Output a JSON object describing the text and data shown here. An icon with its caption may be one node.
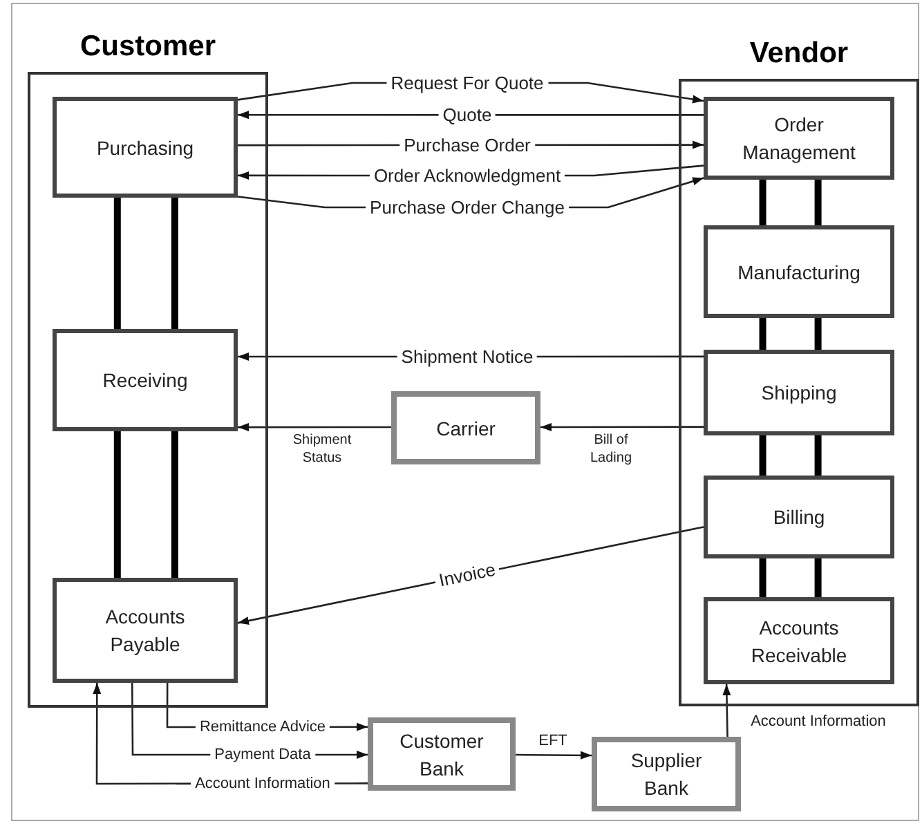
{
  "diagram": {
    "nodes": [
      {
        "text": [
          "Customer"
        ]
      },
      {
        "text": [
          "Purchasing"
        ],
        "in": 0
      },
      {
        "text": [
          "Receiving"
        ],
        "in": 0
      },
      {
        "text": [
          "Accounts Payable"
        ],
        "in": 0
      },
      {
        "text": [
          "Vendor"
        ]
      },
      {
        "text": [
          "Order Management"
        ],
        "in": 4
      },
      {
        "text": [
          "Manufacturing"
        ],
        "in": 4
      },
      {
        "text": [
          "Shipping"
        ],
        "in": 4
      },
      {
        "text": [
          "Billing"
        ],
        "in": 4
      },
      {
        "text": [
          "Accounts Receivable"
        ],
        "in": 4
      },
      {
        "text": [
          "Carrier"
        ]
      },
      {
        "text": [
          "Customer Bank"
        ]
      },
      {
        "text": [
          "Supplier Bank"
        ]
      }
    ],
    "edges": [
      {
        "from": 1,
        "to": 5,
        "arrow": "to",
        "label": "Request For Quote"
      },
      {
        "from": 5,
        "to": 1,
        "arrow": "to",
        "label": "Quote"
      },
      {
        "from": 1,
        "to": 5,
        "arrow": "to",
        "label": "Purchase Order"
      },
      {
        "from": 5,
        "to": 1,
        "arrow": "to",
        "label": "Order Acknowledgment"
      },
      {
        "from": 1,
        "to": 5,
        "arrow": "to",
        "label": "Purchase Order Change"
      },
      {
        "from": 7,
        "to": 2,
        "arrow": "to",
        "label": "Shipment Notice"
      },
      {
        "from": 7,
        "to": 10,
        "arrow": "to",
        "label": "Bill of Lading"
      },
      {
        "from": 10,
        "to": 2,
        "arrow": "to",
        "label": "Shipment Status"
      },
      {
        "from": 8,
        "to": 3,
        "arrow": "to",
        "label": "Invoice"
      },
      {
        "from": 3,
        "to": 11,
        "arrow": "to",
        "label": "Remittance Advice"
      },
      {
        "from": 3,
        "to": 11,
        "arrow": "to",
        "label": "Payment Data"
      },
      {
        "from": 11,
        "to": 3,
        "arrow": "to",
        "label": "Account Information"
      },
      {
        "from": 11,
        "to": 12,
        "arrow": "to",
        "label": "EFT"
      },
      {
        "from": 12,
        "to": 9,
        "arrow": "to",
        "label": "Account Information"
      },
      {
        "from": 1,
        "to": 2,
        "arrow": "none",
        "style": "thick"
      },
      {
        "from": 1,
        "to": 2,
        "arrow": "none",
        "style": "thick"
      },
      {
        "from": 2,
        "to": 3,
        "arrow": "none",
        "style": "thick"
      },
      {
        "from": 2,
        "to": 3,
        "arrow": "none",
        "style": "thick"
      },
      {
        "from": 5,
        "to": 6,
        "arrow": "none",
        "style": "thick"
      },
      {
        "from": 5,
        "to": 6,
        "arrow": "none",
        "style": "thick"
      },
      {
        "from": 6,
        "to": 7,
        "arrow": "none",
        "style": "thick"
      },
      {
        "from": 6,
        "to": 7,
        "arrow": "none",
        "style": "thick"
      },
      {
        "from": 7,
        "to": 8,
        "arrow": "none",
        "style": "thick"
      },
      {
        "from": 7,
        "to": 8,
        "arrow": "none",
        "style": "thick"
      },
      {
        "from": 8,
        "to": 9,
        "arrow": "none",
        "style": "thick"
      },
      {
        "from": 8,
        "to": 9,
        "arrow": "none",
        "style": "thick"
      }
    ]
  }
}
